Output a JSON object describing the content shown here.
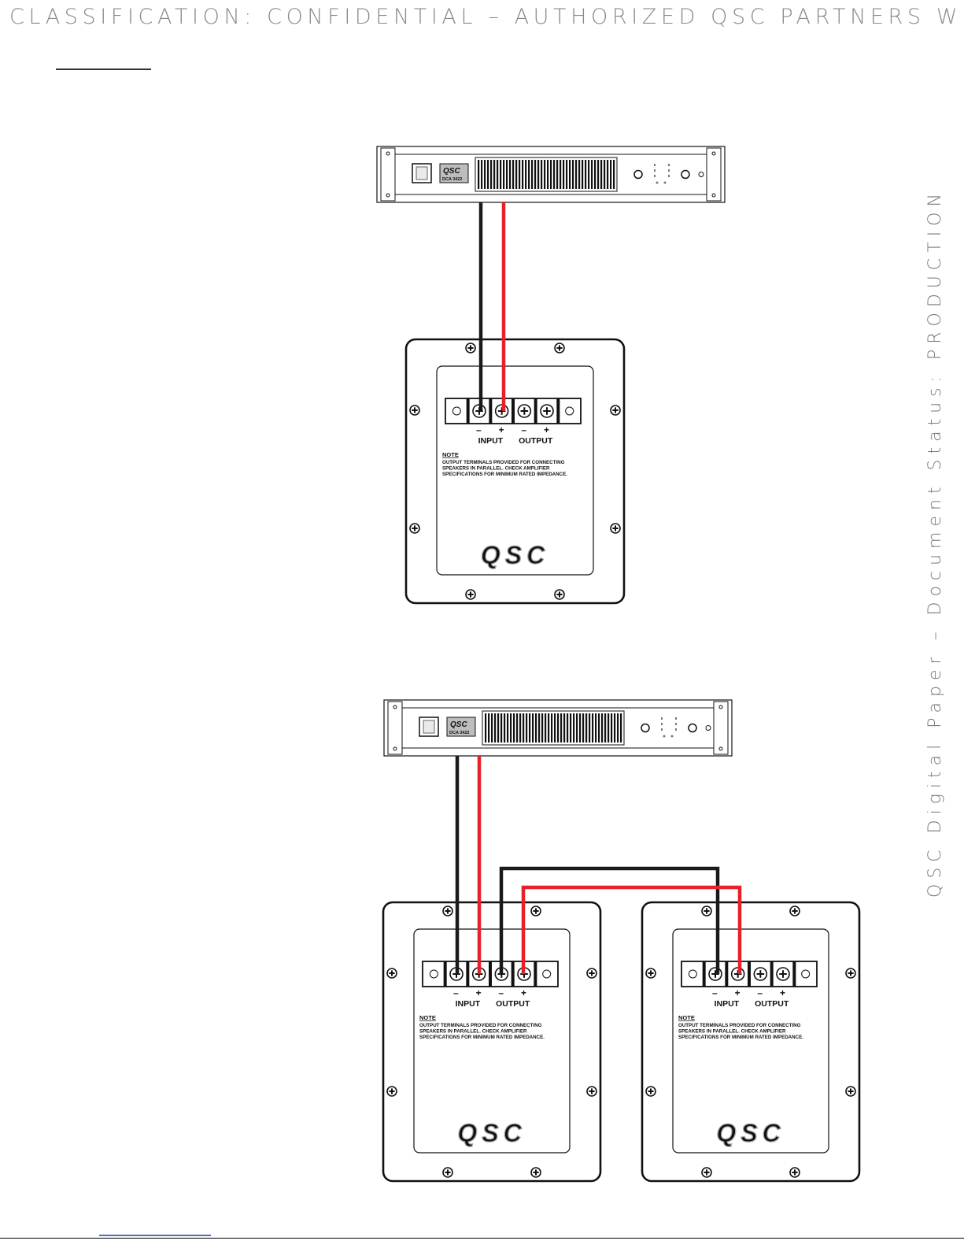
{
  "header": {
    "classification": "CLASSIFICATION: CONFIDENTIAL – AUTHORIZED QSC PARTNERS WITH"
  },
  "side": {
    "status": "QSC Digital Paper – Document Status: PRODUCTION"
  },
  "amplifier": {
    "brand": "QSC",
    "model": "DCA 3422"
  },
  "speaker_panel": {
    "minus": "–",
    "plus": "+",
    "input_label": "INPUT",
    "output_label": "OUTPUT",
    "note_title": "NOTE",
    "note_lines": [
      "OUTPUT TERMINALS PROVIDED FOR CONNECTING",
      "SPEAKERS IN PARALLEL.  CHECK AMPLIFIER",
      "SPECIFICATIONS FOR MINIMUM RATED IMPEDANCE."
    ],
    "logo": "QSC"
  },
  "colors": {
    "wire_positive": "#e8202a",
    "wire_negative": "#1a1a1a",
    "outline": "#111111"
  }
}
